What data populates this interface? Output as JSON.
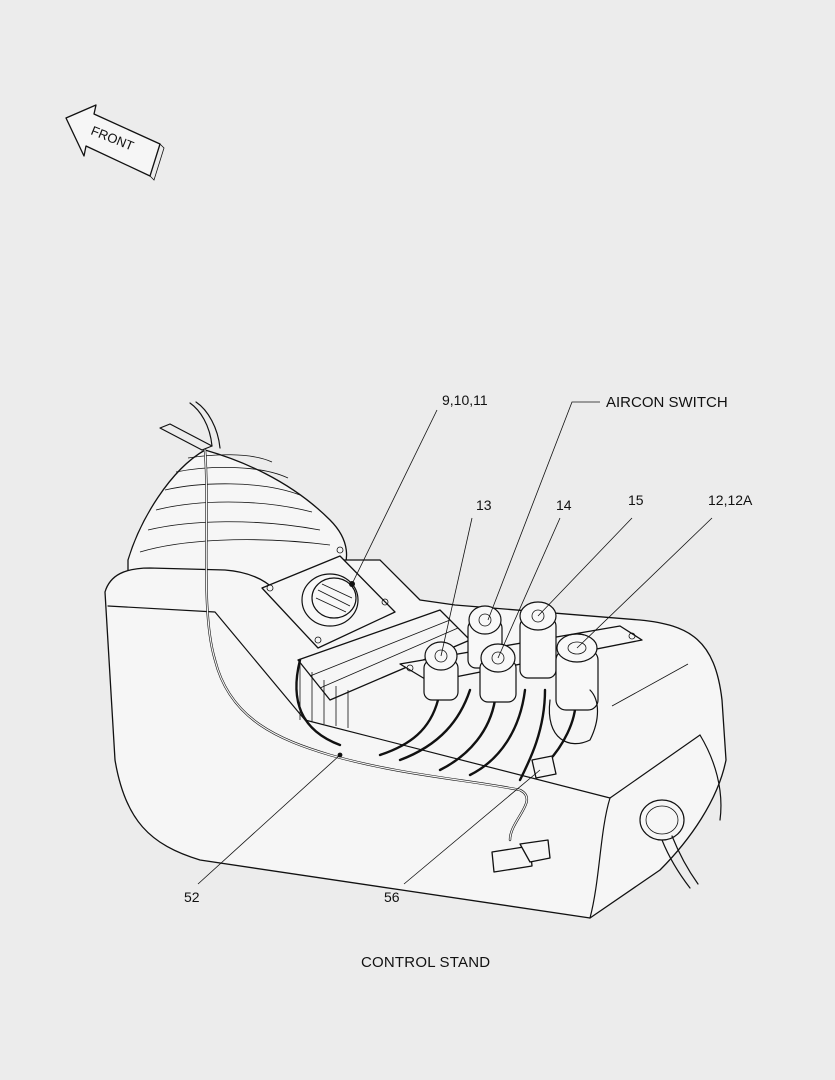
{
  "front_arrow": {
    "label": "FRONT"
  },
  "callouts": {
    "c_9_10_11": "9,10,11",
    "aircon_switch": "AIRCON SWITCH",
    "c_13": "13",
    "c_14": "14",
    "c_15": "15",
    "c_12_12a": "12,12A",
    "c_52": "52",
    "c_56": "56"
  },
  "caption": "CONTROL STAND"
}
